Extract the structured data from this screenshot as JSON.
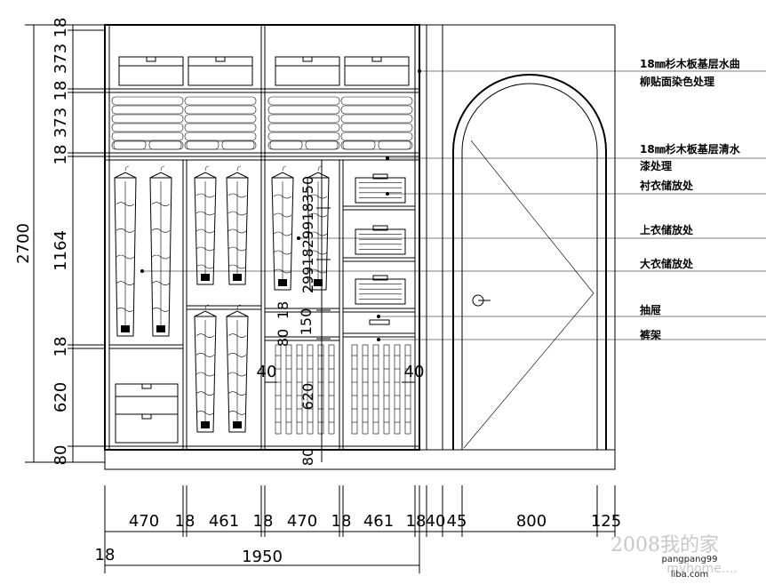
{
  "horizontal_dims": [
    "470",
    "18",
    "461",
    "18",
    "470",
    "18",
    "461",
    "18",
    "40",
    "45",
    "800",
    "125"
  ],
  "overall": {
    "left_offset": "18",
    "total": "1950"
  },
  "vertical_dims": [
    "18",
    "373",
    "18",
    "373",
    "18",
    "1164",
    "18",
    "620",
    "80"
  ],
  "overall_height": "2700",
  "inner_dims": {
    "v1": "2991829918350",
    "v2": "18",
    "v3": "150",
    "v4": "80",
    "v5": "620",
    "v6": "80",
    "side_left": "40",
    "side_right": "40"
  },
  "notes": [
    "18㎜杉木板基层水曲",
    "柳贴面染色处理",
    "18㎜杉木板基层清水",
    "漆处理",
    "衬衣储放处",
    "上衣储放处",
    "大衣储放处",
    "抽屉",
    "裤架"
  ],
  "watermark": {
    "main": "2008我的家",
    "sub": "myhome....",
    "user": "pangpang99",
    "site": "liba.com"
  }
}
